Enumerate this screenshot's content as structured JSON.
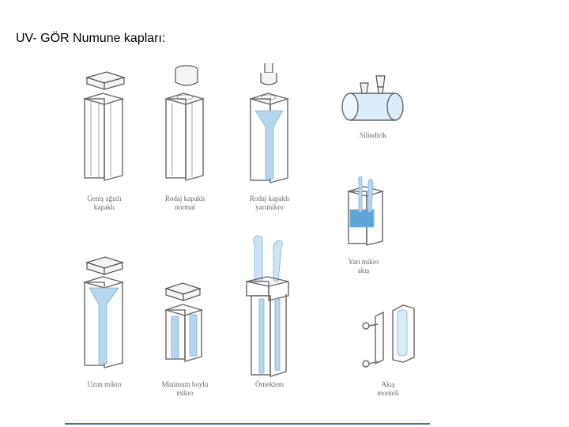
{
  "title": "UV- GÖR Numune kapları:",
  "captions": {
    "c1": [
      "Geniş ağızlı",
      "kapaklı"
    ],
    "c2": [
      "Rodaj kapaklı",
      "normal"
    ],
    "c3": [
      "Rodaj kapaklı",
      "yarımikro"
    ],
    "c4": [
      "Silindirik"
    ],
    "c5": [
      "Yarı mikro",
      "akış"
    ],
    "c6": [
      "Uzun mikro"
    ],
    "c7": [
      "Minimum boylu",
      "mikro"
    ],
    "c8": [
      "Örneklem"
    ],
    "c9": [
      "Akış",
      "monteli"
    ]
  },
  "colors": {
    "liquid": "#a9cde8",
    "glass": "#555555",
    "rule": "#4a6fa8"
  }
}
